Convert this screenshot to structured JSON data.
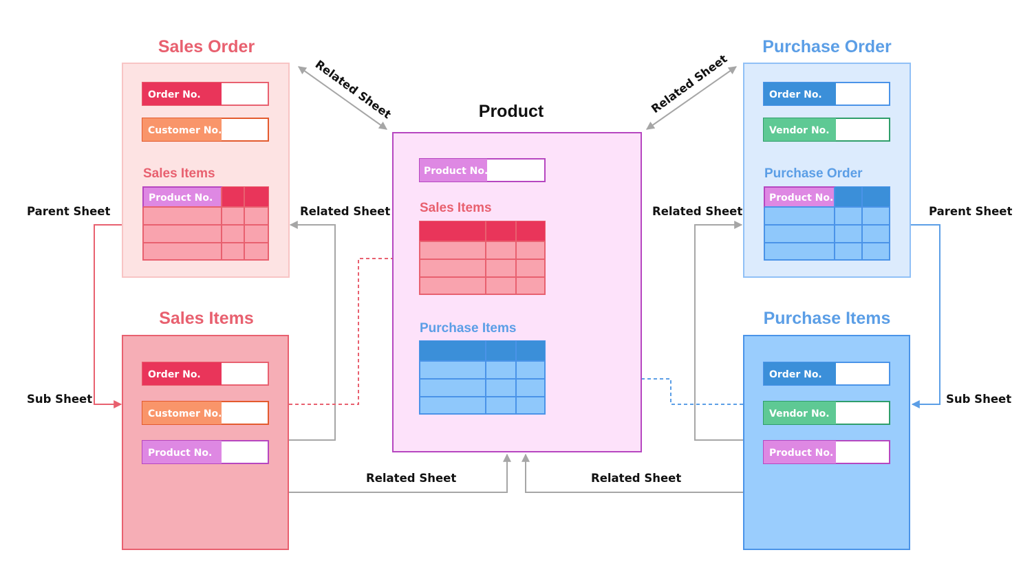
{
  "colors": {
    "sales_panel_light": "#fde3e3",
    "sales_panel_light_border": "#f8c4c4",
    "sales_panel_dark": "#f6aeb6",
    "sales_panel_dark_border": "#e8606f",
    "sales_title": "#e8606f",
    "sales_header": "#e9355a",
    "sales_cell": "#f9a3ae",
    "customer_field": "#f9956a",
    "customer_border": "#e35a2d",
    "product_panel": "#fde2fa",
    "product_border": "#b646c0",
    "product_field": "#de88e3",
    "purchase_panel_light": "#dcebfd",
    "purchase_panel_light_border": "#90c0f6",
    "purchase_panel_dark": "#9acdfd",
    "purchase_panel_dark_border": "#4a93e8",
    "purchase_title": "#5b9ee6",
    "purchase_header": "#3b8fd9",
    "purchase_cell": "#8fc8fb",
    "vendor_field": "#5ec994",
    "vendor_border": "#2e9e6a",
    "connector_gray": "#a6a6a6",
    "sales_line": "#e8606f",
    "purchase_line": "#5b9ee6"
  },
  "sales_order": {
    "title": "Sales Order",
    "fields": {
      "order_no": "Order No.",
      "customer_no": "Customer No."
    },
    "subtable_title": "Sales Items",
    "subtable_field": "Product No."
  },
  "sales_items": {
    "title": "Sales Items",
    "fields": {
      "order_no": "Order No.",
      "customer_no": "Customer No.",
      "product_no": "Product No."
    }
  },
  "product": {
    "title": "Product",
    "field": "Product No.",
    "sales_table_title": "Sales Items",
    "purchase_table_title": "Purchase Items"
  },
  "purchase_order": {
    "title": "Purchase Order",
    "fields": {
      "order_no": "Order No.",
      "vendor_no": "Vendor No."
    },
    "subtable_title": "Purchase Order",
    "subtable_field": "Product No."
  },
  "purchase_items": {
    "title": "Purchase Items",
    "fields": {
      "order_no": "Order No.",
      "vendor_no": "Vendor No.",
      "product_no": "Product No."
    }
  },
  "connectors": {
    "parent_sheet_left": "Parent Sheet",
    "sub_sheet_left": "Sub Sheet",
    "related_sheet_left_mid": "Related Sheet",
    "related_sheet_top_left": "Related Sheet",
    "related_sheet_top_right": "Related Sheet",
    "related_sheet_right_mid": "Related Sheet",
    "parent_sheet_right": "Parent Sheet",
    "sub_sheet_right": "Sub Sheet",
    "related_sheet_bottom_left": "Related Sheet",
    "related_sheet_bottom_right": "Related Sheet"
  }
}
